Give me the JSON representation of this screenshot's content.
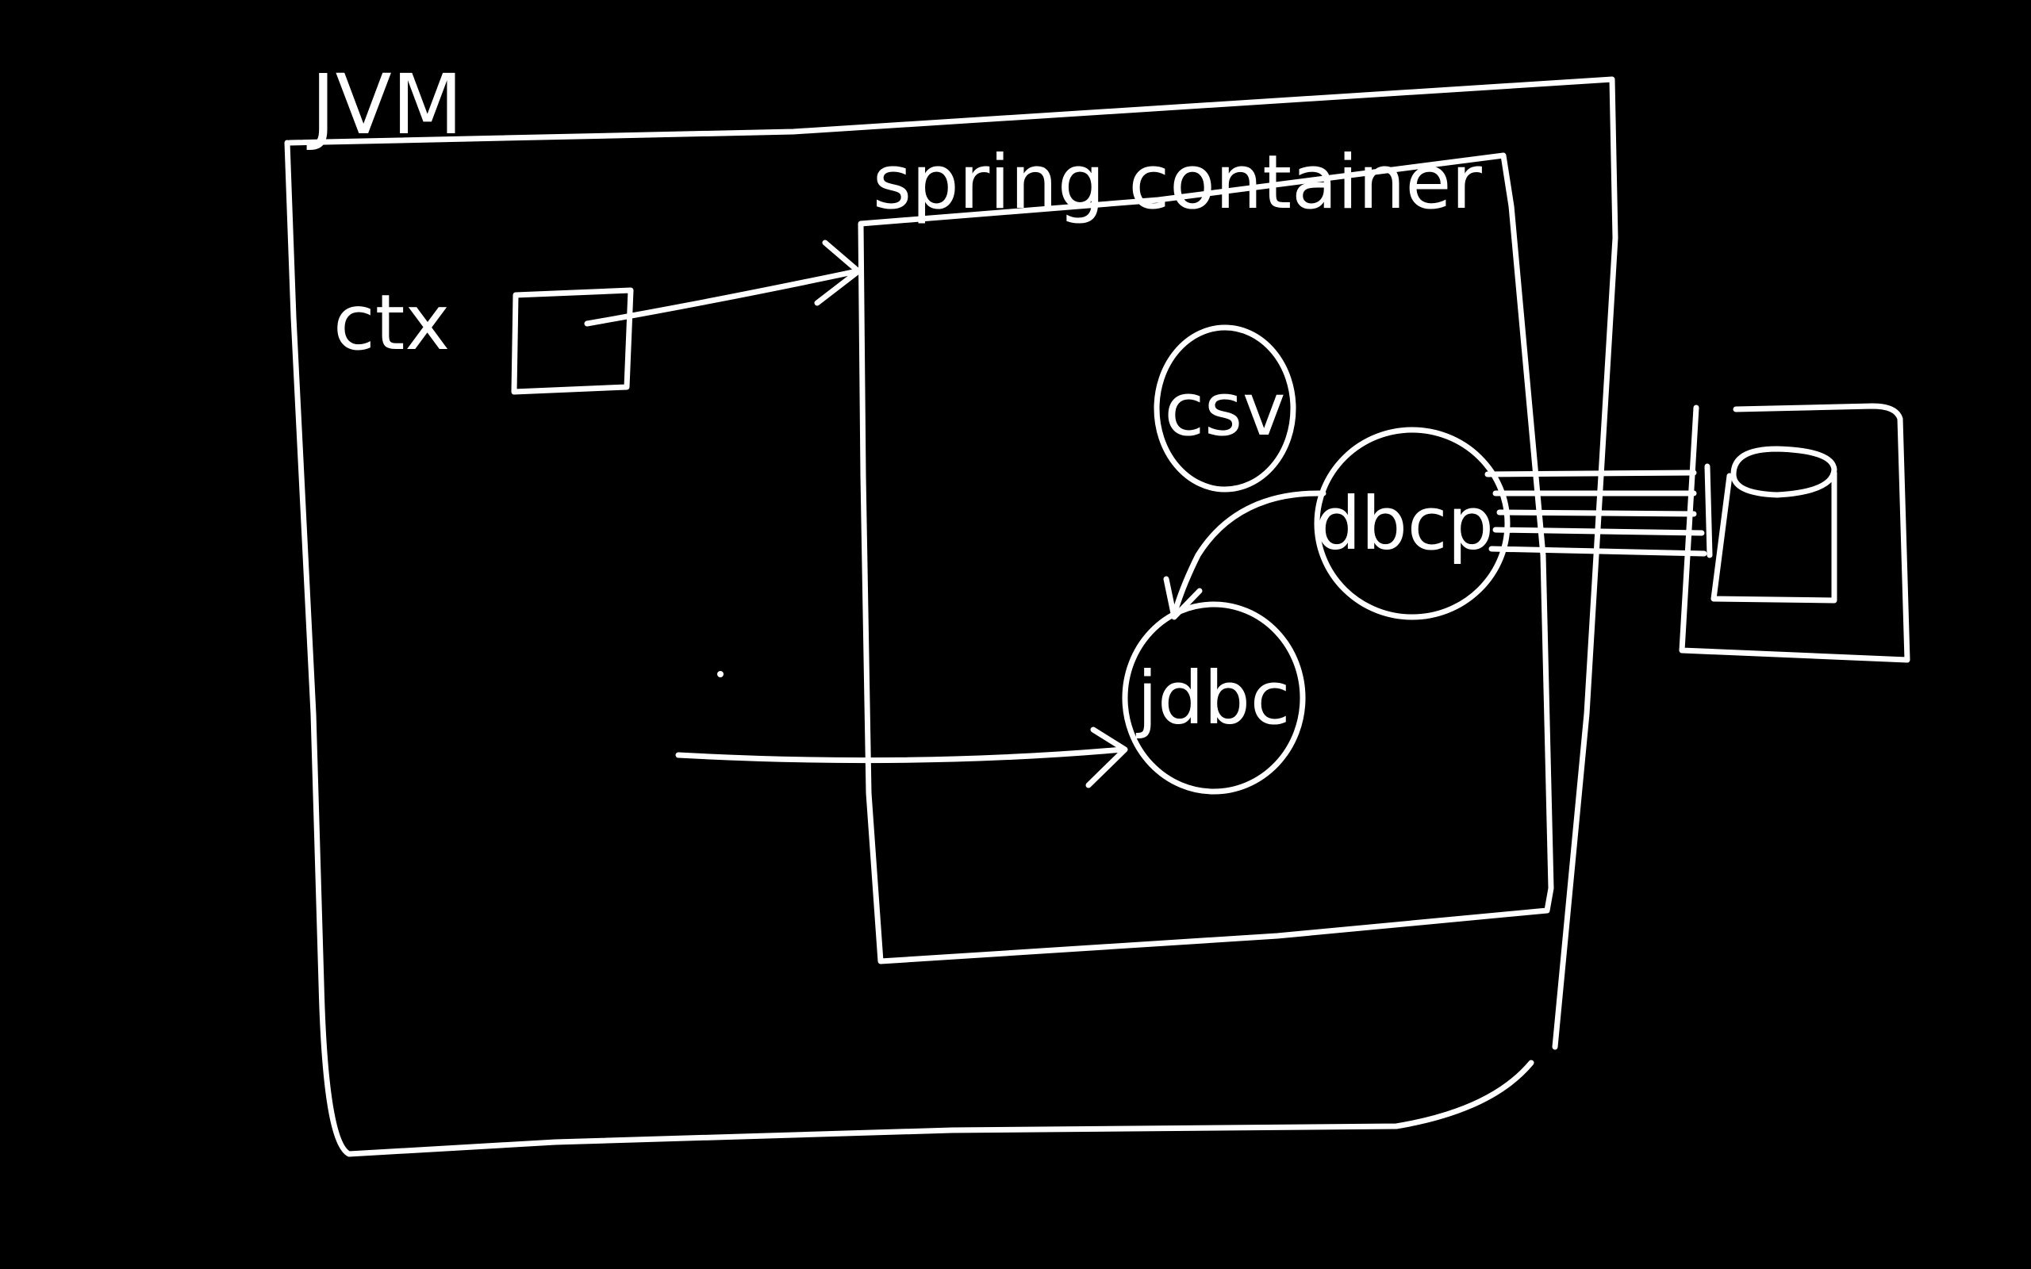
{
  "diagram": {
    "background": "#000000",
    "ink_color": "#ffffff",
    "jvm": {
      "label": "JVM"
    },
    "spring_container": {
      "label": "spring container"
    },
    "ctx": {
      "label": "ctx"
    },
    "nodes": {
      "csv": {
        "label": "csv"
      },
      "dbcp": {
        "label": "dbcp"
      },
      "jdbc": {
        "label": "jdbc"
      }
    },
    "database": {
      "icon": "database-cylinder-icon"
    }
  }
}
